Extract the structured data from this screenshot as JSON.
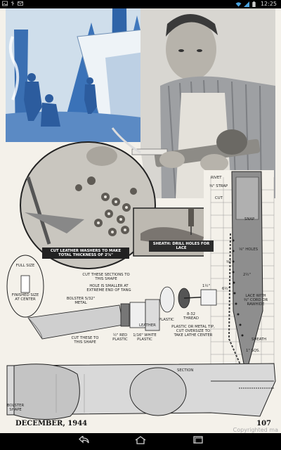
{
  "status_bar": {
    "time": "12:25",
    "icons": [
      "image-notification-icon",
      "usb-icon",
      "mail-icon",
      "wifi-icon",
      "signal-icon",
      "battery-icon"
    ]
  },
  "article": {
    "photo_captions": {
      "washers": "CUT LEATHER WASHERS TO MAKE TOTAL THICKNESS OF 2⅞\"",
      "sheath_drill": "SHEATH: DRILL HOLES FOR LACE"
    },
    "diagram_labels": {
      "full_size": "FULL SIZE",
      "finished_size": "FINISHED SIZE AT CENTER",
      "cut_sections": "CUT THESE SECTIONS TO THIS SHAPE",
      "hole_note": "HOLE IS SMALLER AT EXTREME END OF TANG",
      "bolster": "BOLSTER 5/32\" METAL",
      "leather": "LEATHER",
      "plastic": "PLASTIC",
      "thread": "8-32 THREAD",
      "length_1_5": "1½\"",
      "cap_note": "PLASTIC OR METAL TIP, CUT OVERSIZE TO TAKE LATHE CENTER",
      "red_plastic": "½\" RED PLASTIC",
      "white_plastic": "1/16\" WHITE PLASTIC",
      "cut_shape": "CUT THESE TO THIS SHAPE",
      "section": "SECTION",
      "bolster_shape": "BOLSTER SHAPE",
      "rivet": "RIVET",
      "strap": "⅜\" STRAP",
      "cut": "CUT",
      "snap": "SNAP",
      "holes": "⅛\" HOLES",
      "dim_half": "⅜\"",
      "dim_2half": "2½\"",
      "dim_6half": "6½\"",
      "lace_note": "LACE WITH ⅜\" CORD OR RAWHIDE",
      "sheath": "SHEATH",
      "squares": "1\" SQS."
    },
    "footer_date": "DECEMBER, 1944",
    "page_number": "107",
    "watermark": "Copyrighted ma"
  },
  "nav_bar": {
    "buttons": [
      "back-icon",
      "home-icon",
      "recent-apps-icon"
    ]
  }
}
